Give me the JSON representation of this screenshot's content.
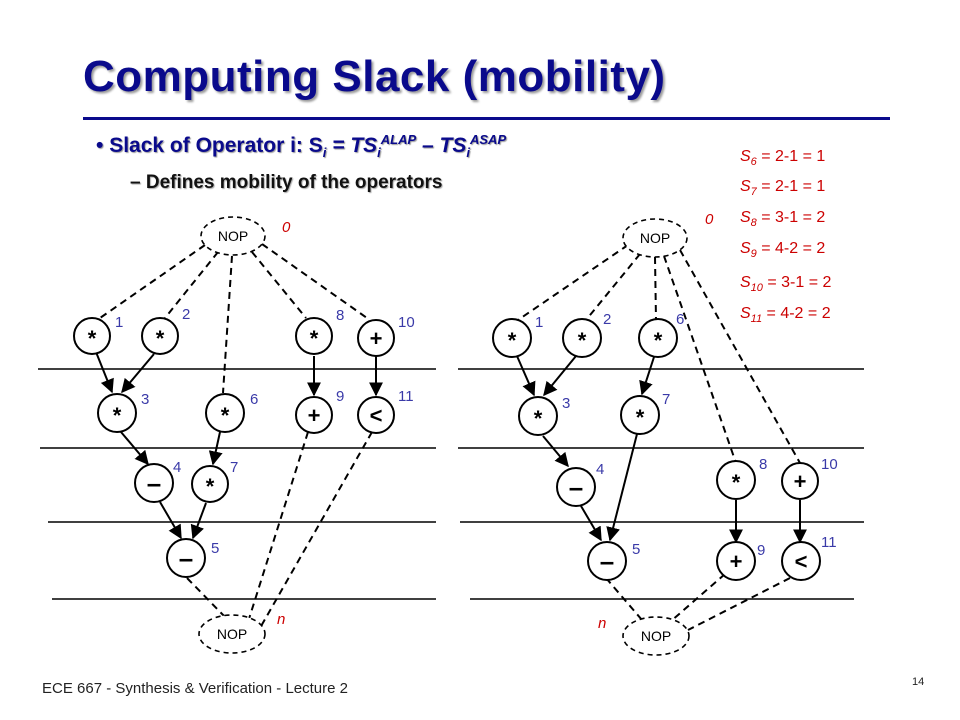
{
  "slide": {
    "title": "Computing Slack (mobility)",
    "bullet": {
      "prefix": "Slack of Operator i:  S",
      "sub_i": "i",
      "eq": " = TS",
      "sub_i2": "i",
      "sup_alap": "ALAP",
      "dash": " – TS",
      "sub_i3": "i",
      "sup_asap": "ASAP"
    },
    "subbullet": "–  Defines mobility of the operators",
    "footer": "ECE 667 - Synthesis & Verification - Lecture 2",
    "page_number": "14"
  },
  "slack_equations": [
    {
      "sub": "6",
      "rhs": " = 2-1 = 1"
    },
    {
      "sub": "7",
      "rhs": " = 2-1 = 1"
    },
    {
      "sub": "8",
      "rhs": " = 3-1 = 2"
    },
    {
      "sub": "9",
      "rhs": " = 4-2 = 2"
    },
    {
      "sub": "10",
      "rhs": " = 3-1 = 2"
    },
    {
      "sub": "11",
      "rhs": " = 4-2 = 2"
    }
  ],
  "diagram": {
    "nop_label": "NOP",
    "source_label": "0",
    "sink_label": "n",
    "symbols": {
      "mul": "*",
      "add": "+",
      "sub": "–",
      "lt": "<"
    },
    "colors": {
      "index": "#3a3aa8",
      "time_label": "#cc0000",
      "title": "#0a0a8c"
    },
    "left_ops": [
      {
        "id": "1",
        "sym": "*"
      },
      {
        "id": "2",
        "sym": "*"
      },
      {
        "id": "8",
        "sym": "*"
      },
      {
        "id": "10",
        "sym": "+"
      },
      {
        "id": "3",
        "sym": "*"
      },
      {
        "id": "6",
        "sym": "*"
      },
      {
        "id": "9",
        "sym": "+"
      },
      {
        "id": "11",
        "sym": "<"
      },
      {
        "id": "4",
        "sym": "–"
      },
      {
        "id": "7",
        "sym": "*"
      },
      {
        "id": "5",
        "sym": "–"
      }
    ],
    "right_ops": [
      {
        "id": "1",
        "sym": "*"
      },
      {
        "id": "2",
        "sym": "*"
      },
      {
        "id": "6",
        "sym": "*"
      },
      {
        "id": "3",
        "sym": "*"
      },
      {
        "id": "7",
        "sym": "*"
      },
      {
        "id": "4",
        "sym": "–"
      },
      {
        "id": "8",
        "sym": "*"
      },
      {
        "id": "10",
        "sym": "+"
      },
      {
        "id": "5",
        "sym": "–"
      },
      {
        "id": "9",
        "sym": "+"
      },
      {
        "id": "11",
        "sym": "<"
      }
    ]
  }
}
